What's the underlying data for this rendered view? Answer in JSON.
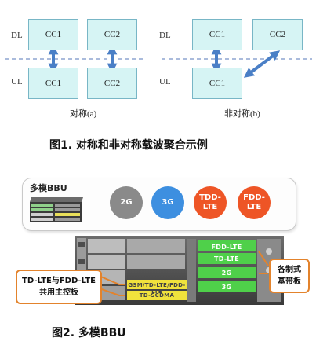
{
  "figure1": {
    "dl_label": "DL",
    "ul_label": "UL",
    "symmetric": {
      "dl_boxes": [
        "CC1",
        "CC2"
      ],
      "ul_boxes": [
        "CC1",
        "CC2"
      ],
      "caption": "对称(a)"
    },
    "asymmetric": {
      "dl_boxes": [
        "CC1",
        "CC2"
      ],
      "ul_boxes": [
        "CC1"
      ],
      "caption": "非对称(b)"
    },
    "title": "图1. 对称和非对称载波聚合示例"
  },
  "figure2": {
    "panel_title": "多模BBU",
    "modes": [
      {
        "label": "2G",
        "color": "#8a8a8a"
      },
      {
        "label": "3G",
        "color": "#3d8fe0"
      },
      {
        "label": "TDD-\nLTE",
        "color": "#ee5526"
      },
      {
        "label": "FDD-\nLTE",
        "color": "#ee5526"
      }
    ],
    "boards": [
      "FDD-LTE",
      "TD-LTE",
      "2G",
      "3G",
      "GSM/TD-LTE/FDD-LTE",
      "TD-SCDMA"
    ],
    "callout_left": "TD-LTE与FDD-LTE\n共用主控板",
    "callout_right": "各制式\n基带板",
    "title": "图2. 多模BBU"
  },
  "colors": {
    "cc_fill": "#d6f4f4",
    "arrow": "#4a7fc6",
    "callout_border": "#e3832c",
    "board_green": "#4fd04a",
    "board_yellow": "#f1e23c"
  }
}
